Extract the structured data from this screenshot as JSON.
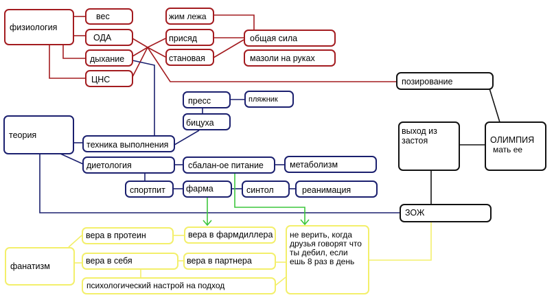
{
  "colors": {
    "physiology": "#a31b1f",
    "theory": "#1a1f6e",
    "olympia": "#111111",
    "fanaticism": "#f3ef6a",
    "arrows": "#3cc63c"
  },
  "nodes": {
    "fiziologiya": "физиология",
    "ves": "вес",
    "oda": "ОДА",
    "dyhanie": "дыхание",
    "cns": "ЦНС",
    "zhim": "жим лежа",
    "prisyad": "присяд",
    "stanovaya": "становая",
    "obshaya_sila": "общая сила",
    "mozoli": "мазоли на руках",
    "pozirovanie": "позирование",
    "teoriya": "теория",
    "tehnika": "техника выполнения",
    "press": "пресс",
    "plyazhnik": "пляжник",
    "bicuha": "бицуха",
    "dietologiya": "диетология",
    "sbalan": "сбалан-ое питание",
    "metabolizm": "метаболизм",
    "sportpit": "спортпит",
    "farma": "фарма",
    "sintol": "синтол",
    "reanimaciya": "реанимация",
    "vyhod": "выход из застоя",
    "olimpiya_title": "ОЛИМПИЯ",
    "olimpiya_sub": "мать ее",
    "zozh": "ЗОЖ",
    "fanatizm": "фанатизм",
    "vera_protein": "вера в протеин",
    "vera_farmdiler": "вера в фармдиллера",
    "vera_sebya": "вера в себя",
    "vera_partner": "вера в партнера",
    "psiho": "психологический настрой на подход",
    "ne_verit": "не верить, когда друзья говорят что ты дебил, если ешь 8 раз в день"
  }
}
